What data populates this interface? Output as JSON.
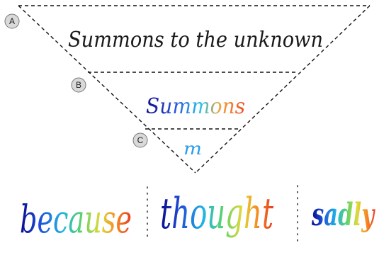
{
  "markers": {
    "a": "A",
    "b": "B",
    "c": "C"
  },
  "levels": {
    "top": "Summons to the unknown",
    "middle": "Summons",
    "bottom": "m"
  },
  "words": [
    "because",
    "thought",
    "sadly"
  ],
  "colors": {
    "dark_ink": "#1a1a1a",
    "marker_fill": "#d9d9d9",
    "marker_stroke": "#777777",
    "gradient_stops": [
      "#0a0a8c",
      "#1f4fd8",
      "#21b3e6",
      "#5ad36a",
      "#e0d93a",
      "#f58a23",
      "#e63b1f"
    ]
  }
}
